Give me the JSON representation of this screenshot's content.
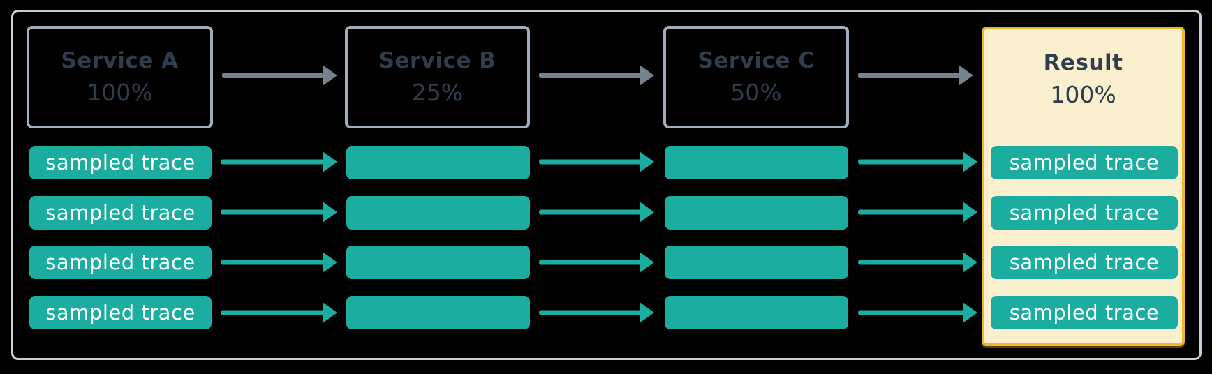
{
  "diagram": {
    "title_hint": "trace sampling flow across services",
    "services": [
      {
        "name": "Service A",
        "rate": "100%"
      },
      {
        "name": "Service B",
        "rate": "25%"
      },
      {
        "name": "Service C",
        "rate": "50%"
      }
    ],
    "result": {
      "name": "Result",
      "rate": "100%"
    },
    "trace_label": "sampled trace",
    "trace_rows": 4,
    "colors": {
      "teal": "#1BAD9F",
      "result_border": "#F0B629",
      "result_bg": "#FAF0CF",
      "box_border": "#A2AEBB",
      "frame_border": "#C6CFD9",
      "arrow_gray": "#76828F",
      "text_dark": "#2F3D4C",
      "trace_text": "#FFFFFF",
      "background": "#000000"
    }
  }
}
